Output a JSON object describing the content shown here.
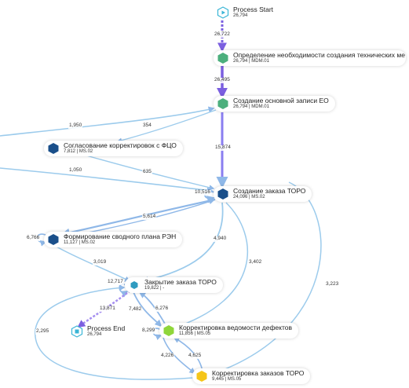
{
  "nodes": {
    "start": {
      "name": "Process Start",
      "stats": "26,794"
    },
    "opredelenie": {
      "name": "Определение необходимости создания технических ме",
      "stats": "26,794 | MDM.01"
    },
    "sozdanie_eo": {
      "name": "Создание основной записи ЕО",
      "stats": "26,794 | MDM.01"
    },
    "soglasovanie": {
      "name": "Согласование корректировок с ФЦО",
      "stats": "7,812 | MS.02"
    },
    "sozdanie_zakaza": {
      "name": "Создание заказа ТОРО",
      "stats": "24,096 | MS.02"
    },
    "formirovanie": {
      "name": "Формирование сводного плана РЭН",
      "stats": "11,127 | MS.02"
    },
    "zakrytie": {
      "name": "Закрытие заказа ТОРО",
      "stats": "19,822 | -"
    },
    "end": {
      "name": "Process End",
      "stats": "26,794"
    },
    "korr_vedomosti": {
      "name": "Корректировка ведомости дефектов",
      "stats": "11,856 | MS.05"
    },
    "korr_zakazov": {
      "name": "Корректировка заказов ТОРО",
      "stats": "9,445 | MS.05"
    }
  },
  "edges": {
    "e_start_opr": "26,722",
    "e_opr_eo": "26,495",
    "e_left_a": "1,950",
    "e_eo_soglas": "354",
    "e_eo_zakaz": "15,874",
    "e_left_b": "1,050",
    "e_soglas_zakaz": "635",
    "e_zakaz_self": "10,516",
    "e_zakaz_form": "5,614",
    "e_form_self": "6,766",
    "e_zakaz_zakr": "4,940",
    "e_form_zakr": "3,019",
    "e_zakaz_vedom": "3,402",
    "e_zakaz_korrz": "3,223",
    "e_zakr_self": "12,717",
    "e_zakr_end": "13,871",
    "e_zakr_vedom_a": "7,482",
    "e_zakr_vedom_b": "6,276",
    "e_korrz_zakr": "2,295",
    "e_vedom_self": "8,299",
    "e_vedom_korrz": "4,226",
    "e_korrz_vedom": "4,625"
  },
  "colors": {
    "edge_blue": "#9ccbec",
    "edge_blue_strong": "#6d8cea",
    "edge_purple": "#7b5fe0",
    "node_green": "#4caf7d",
    "node_navy": "#1a4f8a",
    "node_teal": "#2f9bc0",
    "node_lime": "#8fd63a",
    "node_yellow": "#f5c518",
    "start_end": "#3ab5d6"
  }
}
